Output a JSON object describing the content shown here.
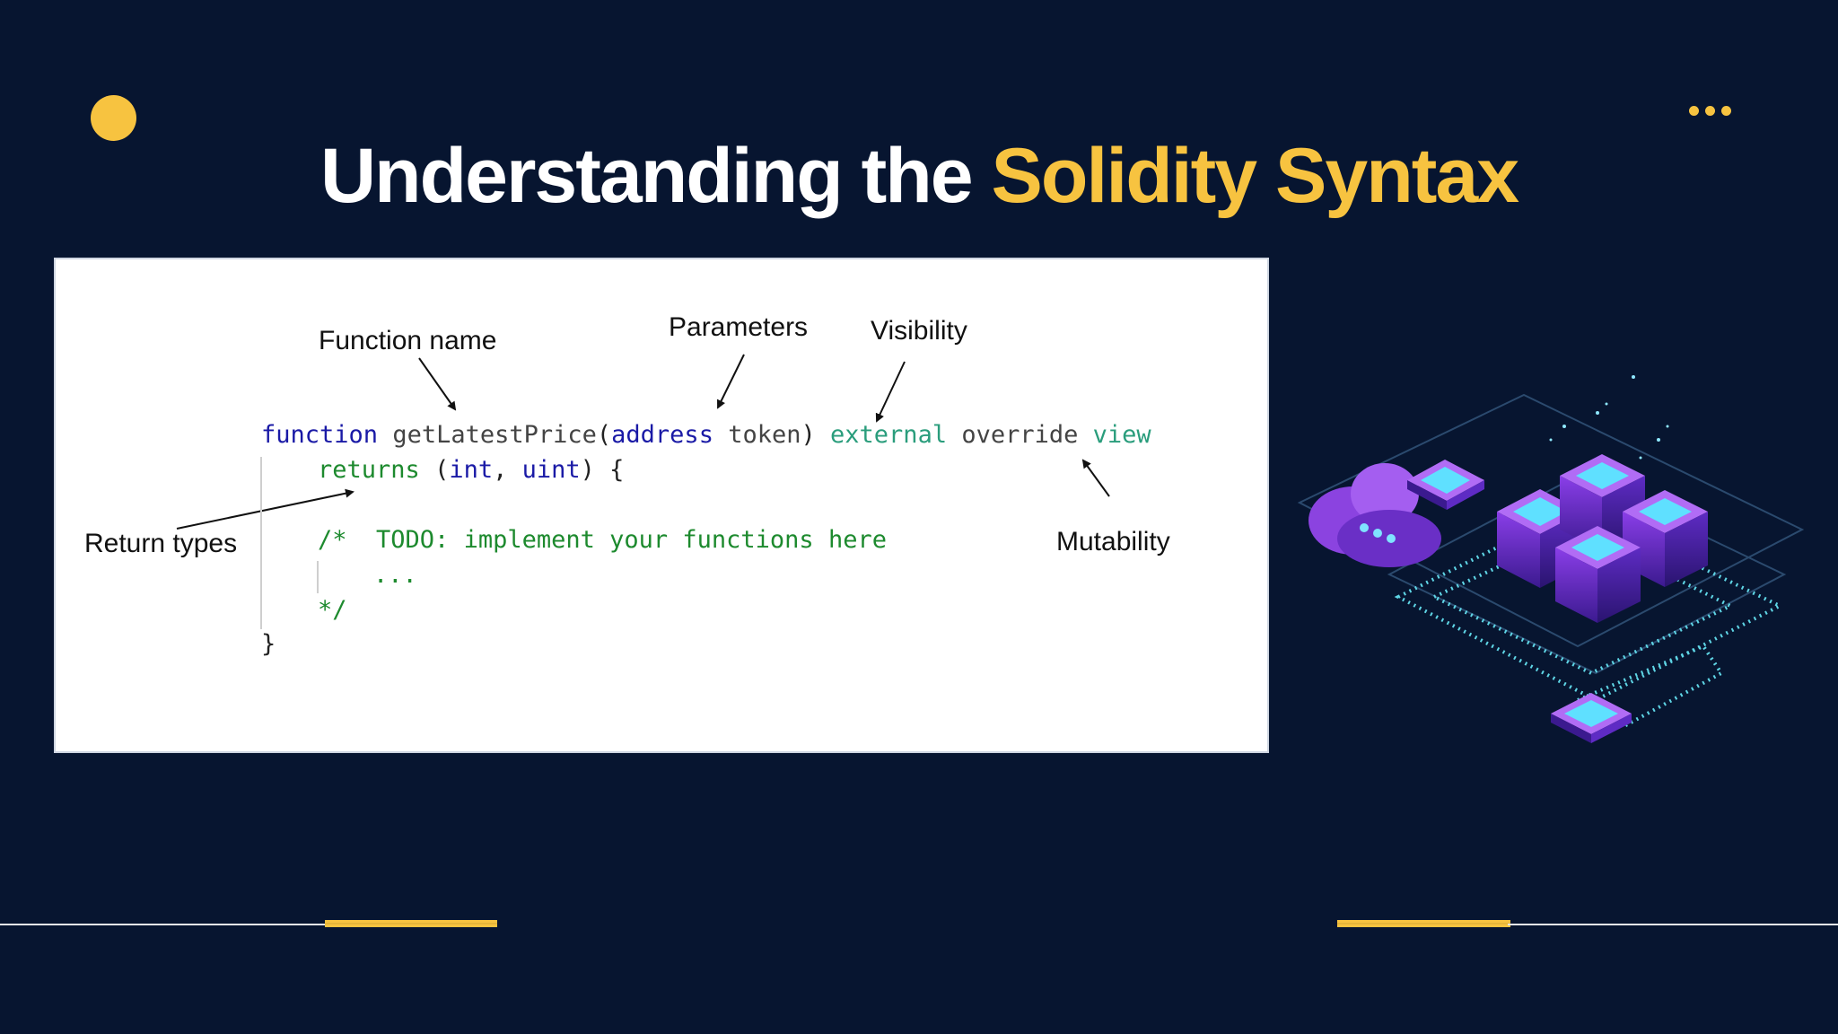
{
  "slide": {
    "title_part1": "Understanding the ",
    "title_part2": "Solidity Syntax",
    "accent_color": "#f7c340",
    "background_color": "#071530"
  },
  "code": {
    "line1": {
      "kw_function": "function",
      "name": "getLatestPrice",
      "open_paren": "(",
      "type_address": "address",
      "param_token": "token",
      "close_paren": ")",
      "visibility": "external",
      "override": "override",
      "mutability": "view"
    },
    "line2": {
      "kw_returns": "returns",
      "open_paren": "(",
      "type_int": "int",
      "comma": ",",
      "type_uint": "uint",
      "close_brace": ") {"
    },
    "line3": {
      "comment_open": "/*",
      "todo": "TODO: implement your functions here"
    },
    "line4": {
      "ellipsis": "..."
    },
    "line5": {
      "comment_close": "*/"
    },
    "line6": {
      "closing_brace": "}"
    }
  },
  "annotations": {
    "function_name": "Function name",
    "parameters": "Parameters",
    "visibility": "Visibility",
    "return_types": "Return types",
    "mutability": "Mutability"
  }
}
